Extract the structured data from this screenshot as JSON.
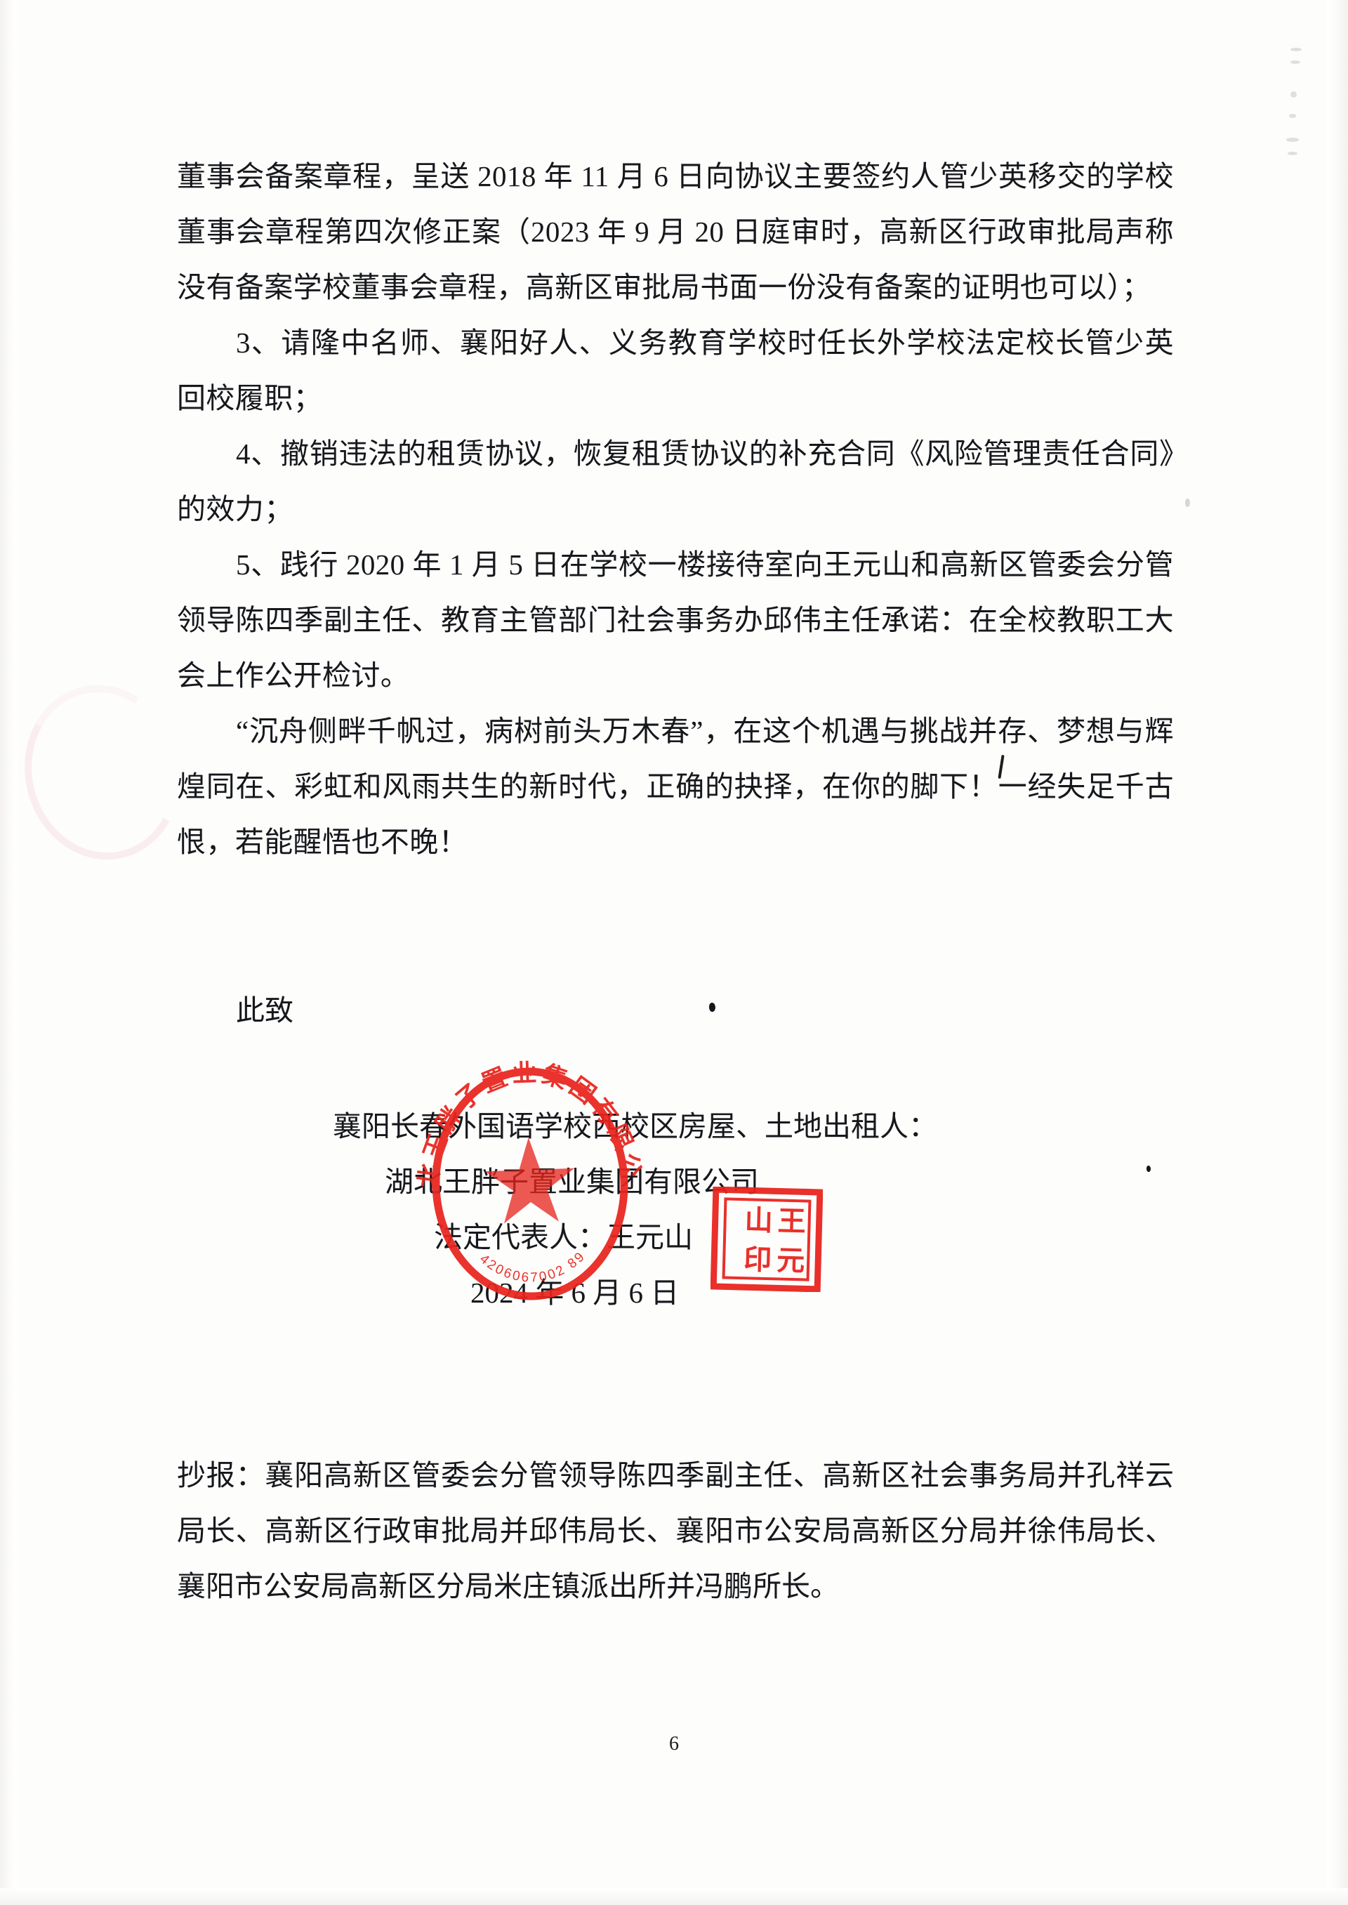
{
  "document": {
    "page_number": "6",
    "body_paragraphs": [
      {
        "id": "p1",
        "indent": false,
        "text": "董事会备案章程，呈送 2018 年 11 月 6 日向协议主要签约人管少英移交的学校董事会章程第四次修正案（2023 年 9 月 20 日庭审时，高新区行政审批局声称没有备案学校董事会章程，高新区审批局书面一份没有备案的证明也可以）；"
      },
      {
        "id": "p2",
        "indent": true,
        "text": "3、请隆中名师、襄阳好人、义务教育学校时任长外学校法定校长管少英回校履职；"
      },
      {
        "id": "p3",
        "indent": true,
        "text": "4、撤销违法的租赁协议，恢复租赁协议的补充合同《风险管理责任合同》的效力；"
      },
      {
        "id": "p4",
        "indent": true,
        "text": "5、践行 2020 年 1 月 5 日在学校一楼接待室向王元山和高新区管委会分管领导陈四季副主任、教育主管部门社会事务办邱伟主任承诺：在全校教职工大会上作公开检讨。"
      },
      {
        "id": "p5",
        "indent": true,
        "text": "“沉舟侧畔千帆过，病树前头万木春”，在这个机遇与挑战并存、梦想与辉煌同在、彩虹和风雨共生的新时代，正确的抉择，在你的脚下！一经失足千古恨，若能醒悟也不晚！"
      }
    ],
    "closing": "此致",
    "signature": {
      "line1": "襄阳长春外国语学校西校区房屋、土地出租人：",
      "company": "湖北王胖子置业集团有限公司",
      "legal_rep_label": "法定代表人：",
      "legal_rep_name": "王元山",
      "date": "2024 年 6 月 6 日"
    },
    "cc": {
      "text": "抄报：襄阳高新区管委会分管领导陈四季副主任、高新区社会事务局并孔祥云局长、高新区行政审批局并邱伟局长、襄阳市公安局高新区分局并徐伟局长、襄阳市公安局高新区分局米庄镇派出所并冯鹏所长。"
    },
    "seals": {
      "round": {
        "name": "company-round-seal",
        "company_text": "湖北王胖子置业集团有限公司",
        "bottom_code": "4206067002 89",
        "center_symbol": "★",
        "color": "#e8241d"
      },
      "square": {
        "name": "legal-rep-square-seal",
        "characters": "王元山印",
        "color": "#e8241d"
      }
    }
  }
}
